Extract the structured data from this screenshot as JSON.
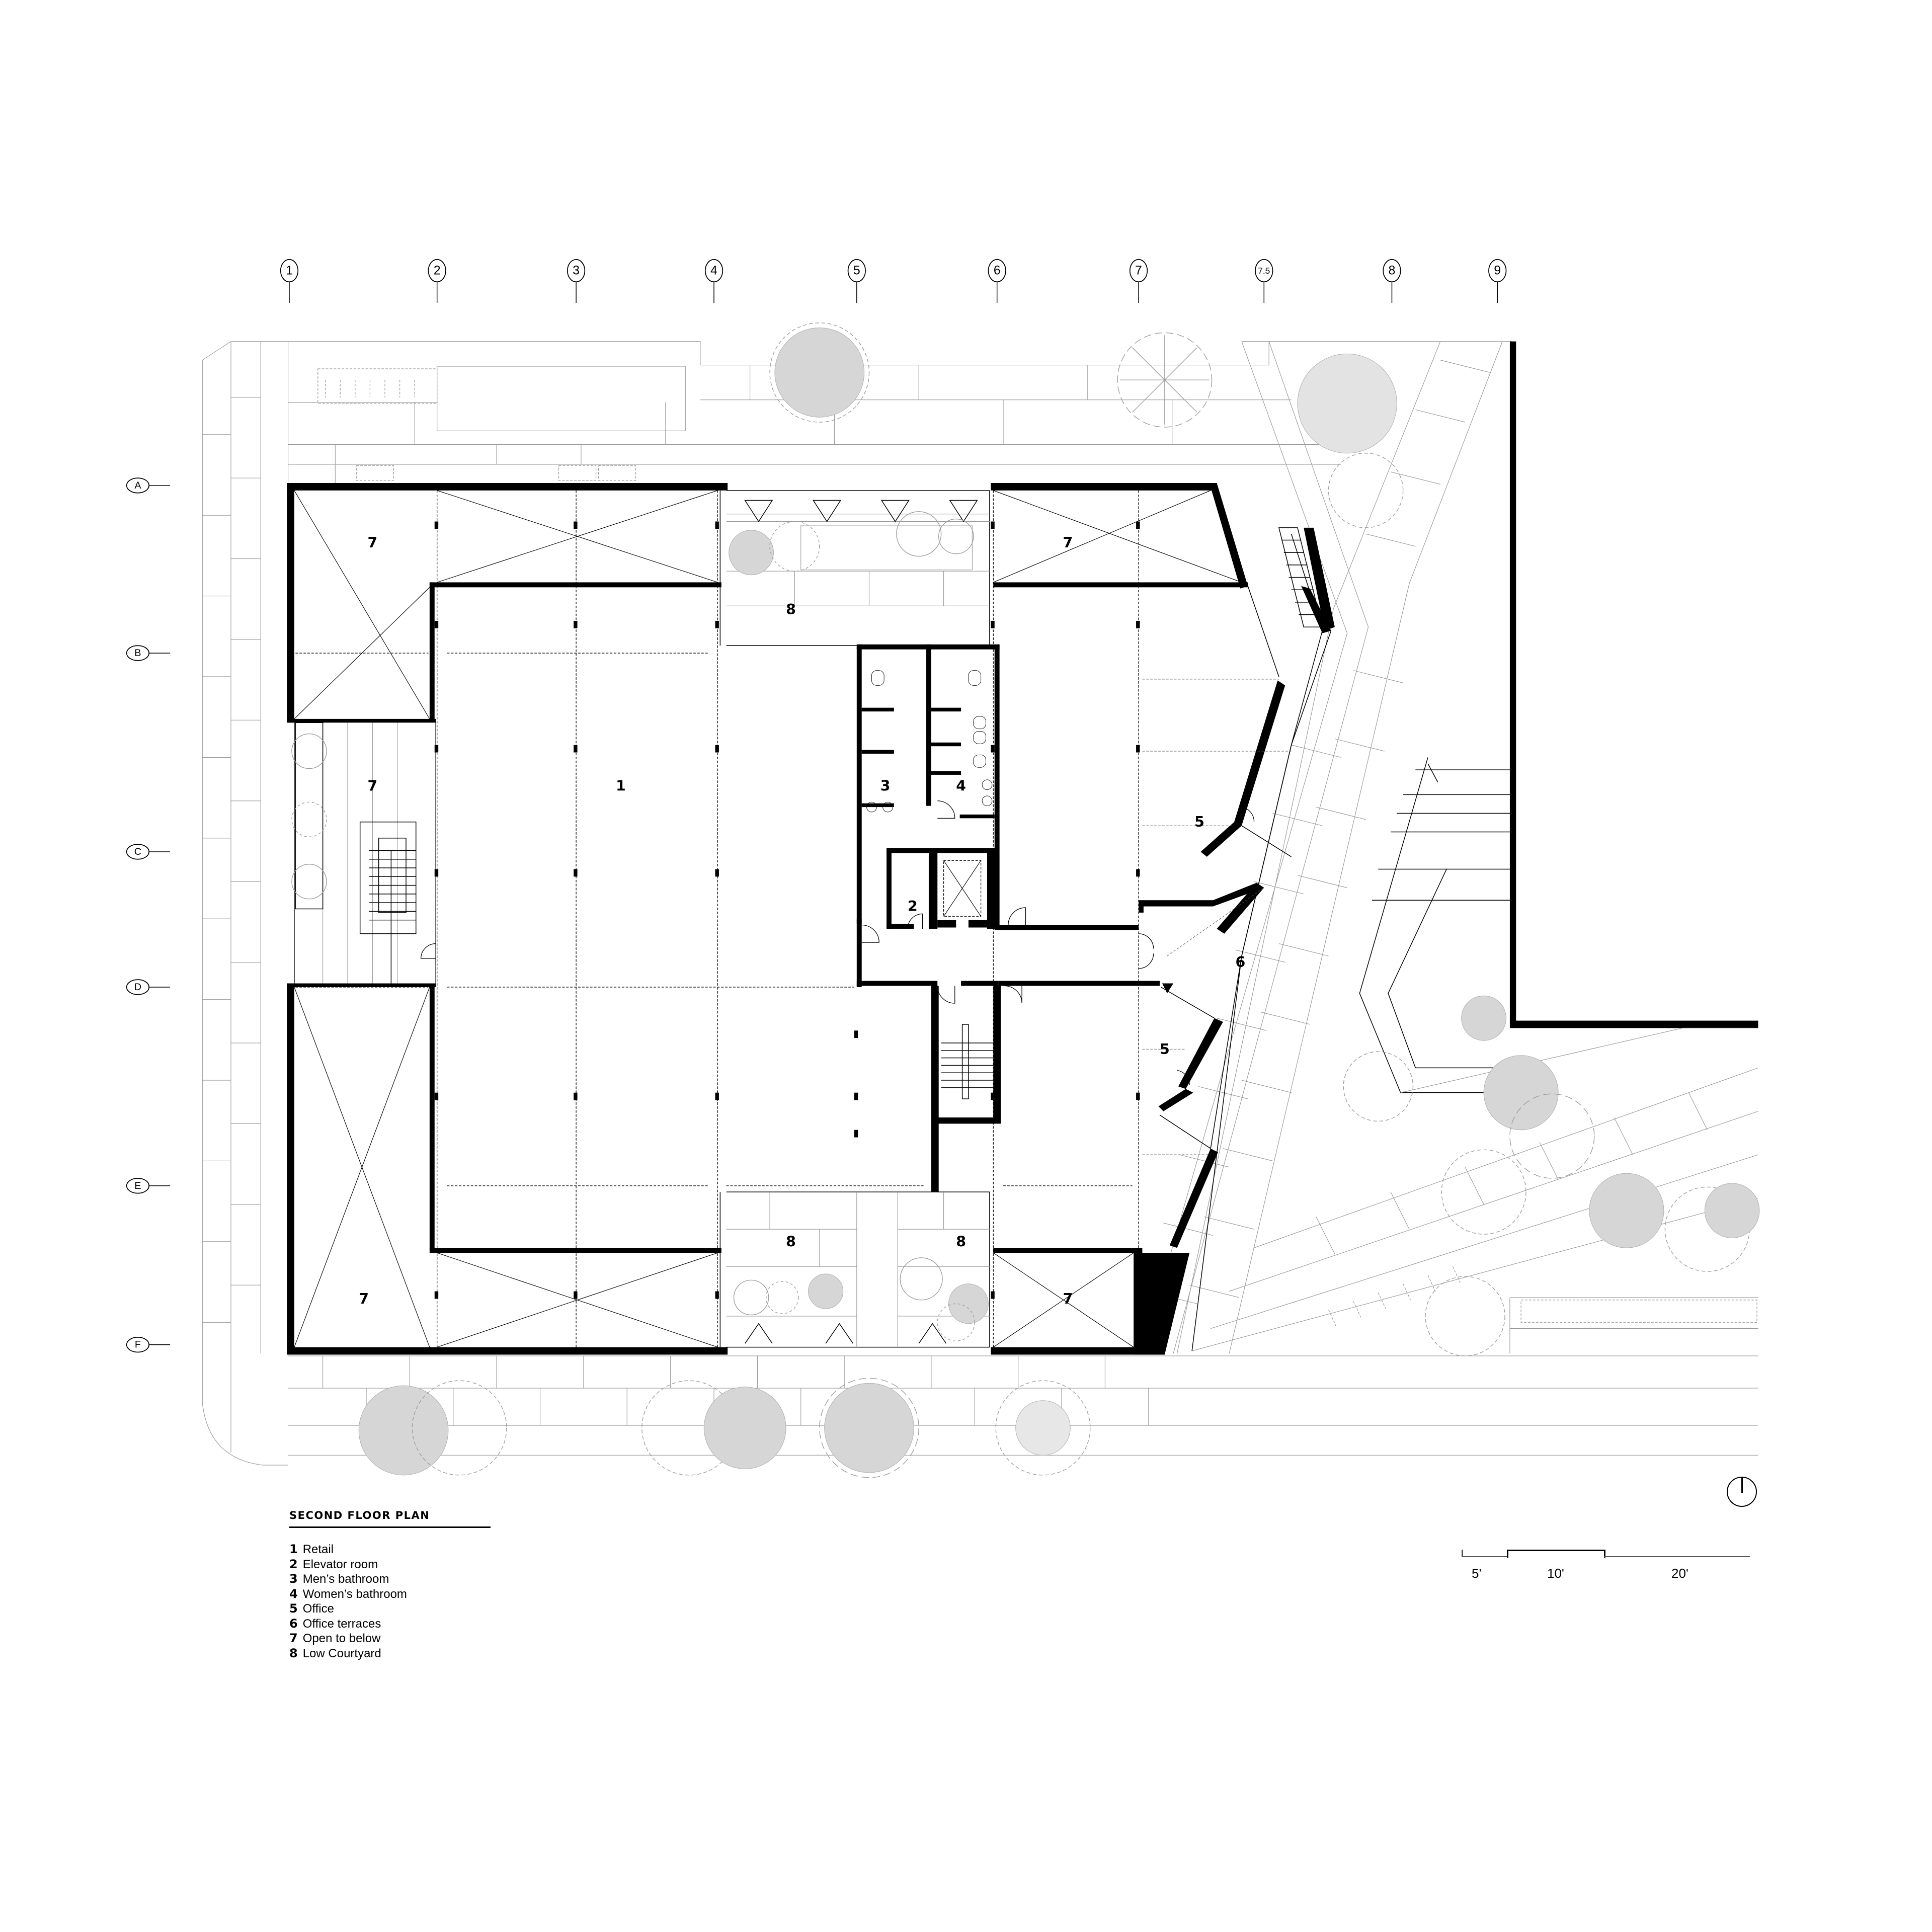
{
  "drawing": {
    "title": "SECOND FLOOR PLAN",
    "type": "architectural floor plan"
  },
  "grid": {
    "columns": [
      "1",
      "2",
      "3",
      "4",
      "5",
      "6",
      "7",
      "7.5",
      "8",
      "9"
    ],
    "rows": [
      "A",
      "B",
      "C",
      "D",
      "E",
      "F"
    ]
  },
  "rooms": {
    "r1": "1",
    "r2": "2",
    "r3": "3",
    "r4": "4",
    "r5a": "5",
    "r5b": "5",
    "r6": "6",
    "r7a": "7",
    "r7b": "7",
    "r7c": "7",
    "r7d": "7",
    "r7e": "7",
    "r8a": "8",
    "r8b": "8",
    "r8c": "8"
  },
  "legend": {
    "title": "SECOND FLOOR PLAN",
    "items": [
      {
        "num": "1",
        "label": "Retail"
      },
      {
        "num": "2",
        "label": "Elevator room"
      },
      {
        "num": "3",
        "label": "Men’s bathroom"
      },
      {
        "num": "4",
        "label": "Women’s bathroom"
      },
      {
        "num": "5",
        "label": "Office"
      },
      {
        "num": "6",
        "label": "Office terraces"
      },
      {
        "num": "7",
        "label": "Open to below"
      },
      {
        "num": "8",
        "label": "Low Courtyard"
      }
    ]
  },
  "scale_bar": {
    "labels": [
      "5'",
      "10'",
      "20'"
    ]
  },
  "north_arrow": {
    "icon": "north-arrow-icon"
  },
  "colors": {
    "walls": "#000000",
    "paving": "#9a9a9a",
    "vegetation": "#9c9c9c",
    "background": "#ffffff"
  }
}
